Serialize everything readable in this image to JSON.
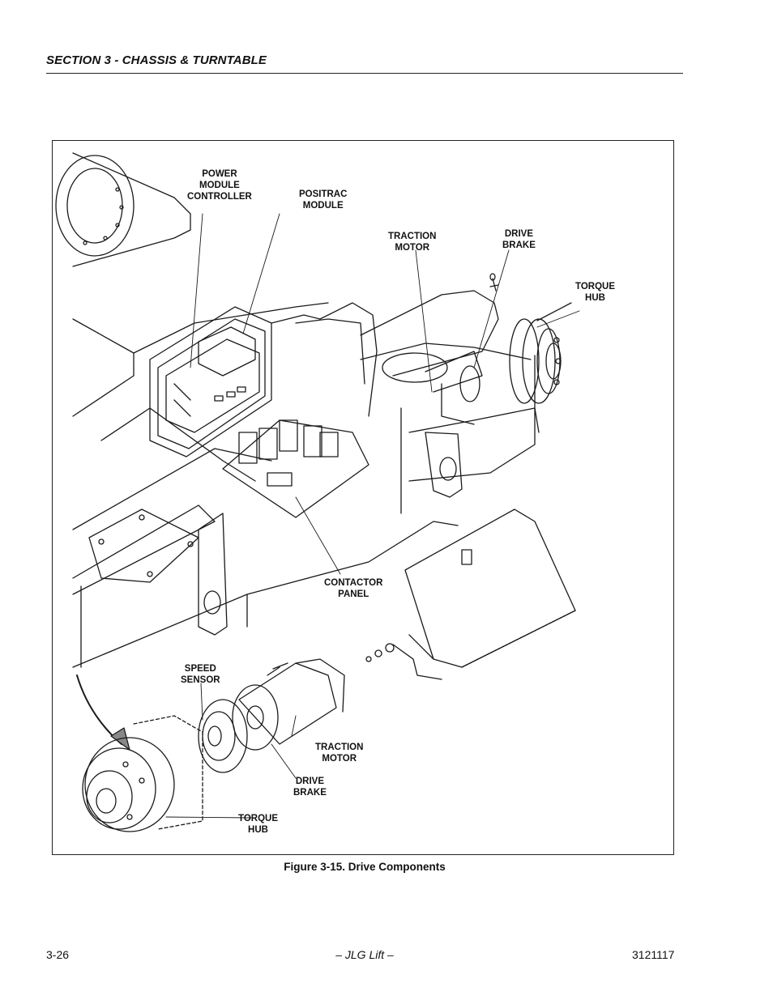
{
  "header": {
    "section_title": "SECTION 3 - CHASSIS & TURNTABLE"
  },
  "figure": {
    "callouts": {
      "power_module_controller": [
        "POWER",
        "MODULE",
        "CONTROLLER"
      ],
      "positrac_module": [
        "POSITRAC",
        "MODULE"
      ],
      "traction_motor_top": [
        "TRACTION",
        "MOTOR"
      ],
      "drive_brake_top": [
        "DRIVE",
        "BRAKE"
      ],
      "torque_hub_top": [
        "TORQUE",
        "HUB"
      ],
      "contactor_panel": [
        "CONTACTOR",
        "PANEL"
      ],
      "speed_sensor": [
        "SPEED",
        "SENSOR"
      ],
      "traction_motor_bottom": [
        "TRACTION",
        "MOTOR"
      ],
      "drive_brake_bottom": [
        "DRIVE",
        "BRAKE"
      ],
      "torque_hub_bottom": [
        "TORQUE",
        "HUB"
      ]
    },
    "caption": "Figure 3-15.  Drive Components"
  },
  "footer": {
    "page_number": "3-26",
    "center": "– JLG Lift –",
    "doc_number": "3121117"
  }
}
